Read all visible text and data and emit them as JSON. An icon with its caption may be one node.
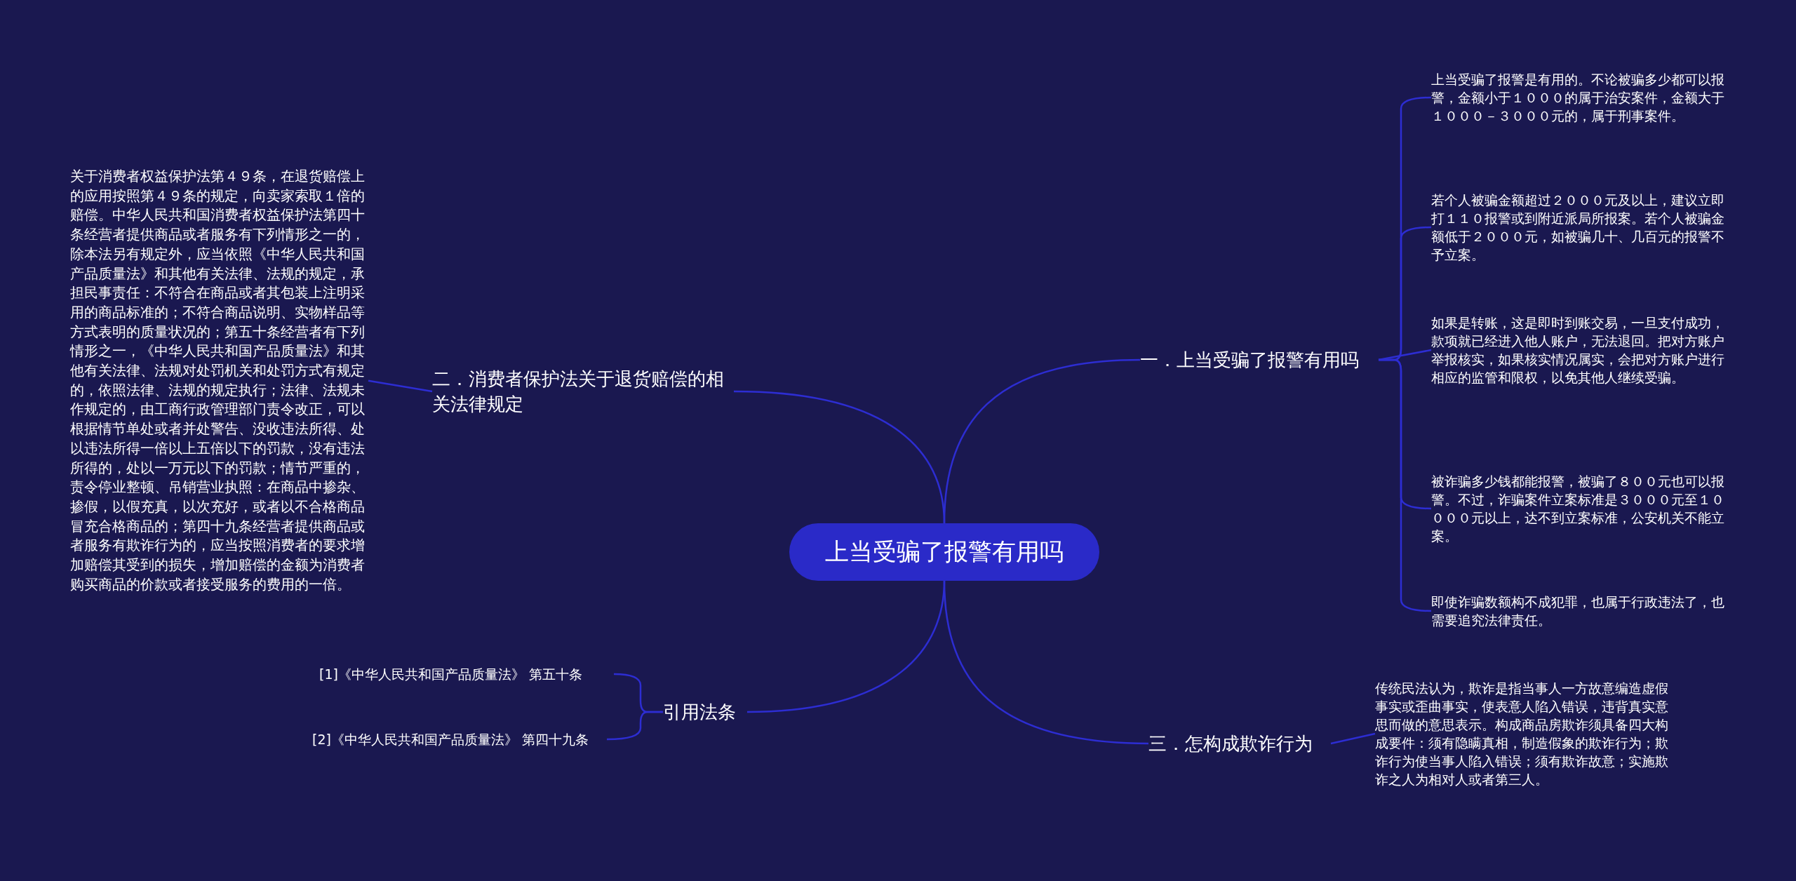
{
  "diagram": {
    "nodes": [
      {
        "text": [
          "上当受骗了报警有用吗"
        ]
      },
      {
        "text": [
          "一．上当受骗了报警有用吗"
        ]
      },
      {
        "text": [
          "上当受骗了报警是有用的。不论被骗多少都可以报警，金额小于１０００的属于治安案件，金额大于１０００－３０００元的，属于刑事案件。"
        ]
      },
      {
        "text": [
          "若个人被骗金额超过２０００元及以上，建议立即打１１０报警或到附近派局所报案。若个人被骗金额低于２０００元，如被骗几十、几百元的报警不予立案。"
        ]
      },
      {
        "text": [
          "如果是转账，这是即时到账交易，一旦支付成功，款项就已经进入他人账户，无法退回。把对方账户举报核实，如果核实情况属实，会把对方账户进行相应的监管和限权，以免其他人继续受骗。"
        ]
      },
      {
        "text": [
          "被诈骗多少钱都能报警，被骗了８００元也可以报警。不过，诈骗案件立案标准是３０００元至１００００元以上，达不到立案标准，公安机关不能立案。"
        ]
      },
      {
        "text": [
          "即使诈骗数额构不成犯罪，也属于行政违法了，也需要追究法律责任。"
        ]
      },
      {
        "text": [
          "二．消费者保护法关于退货赔偿的相关法律规定"
        ]
      },
      {
        "text": [
          "关于消费者权益保护法第４９条，在退货赔偿上的应用按照第４９条的规定，向卖家索取１倍的赔偿。中华人民共和国消费者权益保护法第四十条经营者提供商品或者服务有下列情形之一的，除本法另有规定外，应当依照《中华人民共和国产品质量法》和其他有关法律、法规的规定，承担民事责任：不符合在商品或者其包装上注明采用的商品标准的；不符合商品说明、实物样品等方式表明的质量状况的；第五十条经营者有下列情形之一，《中华人民共和国产品质量法》和其他有关法律、法规对处罚机关和处罚方式有规定的，依照法律、法规的规定执行；法律、法规未作规定的，由工商行政管理部门责令改正，可以根据情节单处或者并处警告、没收违法所得、处以违法所得一倍以上五倍以下的罚款，没有违法所得的，处以一万元以下的罚款；情节严重的，责令停业整顿、吊销营业执照：在商品中掺杂、掺假，以假充真，以次充好，或者以不合格商品冒充合格商品的；第四十九条经营者提供商品或者服务有欺诈行为的，应当按照消费者的要求增加赔偿其受到的损失，增加赔偿的金额为消费者购买商品的价款或者接受服务的费用的一倍。"
        ]
      },
      {
        "text": [
          "引用法条"
        ]
      },
      {
        "text": [
          "[1]《中华人民共和国产品质量法》 第五十条"
        ]
      },
      {
        "text": [
          "[2]《中华人民共和国产品质量法》 第四十九条"
        ]
      },
      {
        "text": [
          "三．怎构成欺诈行为"
        ]
      },
      {
        "text": [
          "传统民法认为，欺诈是指当事人一方故意编造虚假事实或歪曲事实，使表意人陷入错误，违背真实意思而做的意思表示。构成商品房欺诈须具备四大构成要件：须有隐瞒真相，制造假象的欺诈行为；欺诈行为使当事人陷入错误；须有欺诈故意；实施欺诈之人为相对人或者第三人。"
        ]
      }
    ],
    "edges": [
      {
        "from": 0,
        "to": 1,
        "arrow": "none"
      },
      {
        "from": 1,
        "to": 2,
        "arrow": "none"
      },
      {
        "from": 1,
        "to": 3,
        "arrow": "none"
      },
      {
        "from": 1,
        "to": 4,
        "arrow": "none"
      },
      {
        "from": 1,
        "to": 5,
        "arrow": "none"
      },
      {
        "from": 1,
        "to": 6,
        "arrow": "none"
      },
      {
        "from": 0,
        "to": 7,
        "arrow": "none"
      },
      {
        "from": 7,
        "to": 8,
        "arrow": "none"
      },
      {
        "from": 0,
        "to": 9,
        "arrow": "none"
      },
      {
        "from": 9,
        "to": 10,
        "arrow": "none"
      },
      {
        "from": 9,
        "to": 11,
        "arrow": "none"
      },
      {
        "from": 0,
        "to": 12,
        "arrow": "none"
      },
      {
        "from": 12,
        "to": 13,
        "arrow": "none"
      }
    ]
  }
}
